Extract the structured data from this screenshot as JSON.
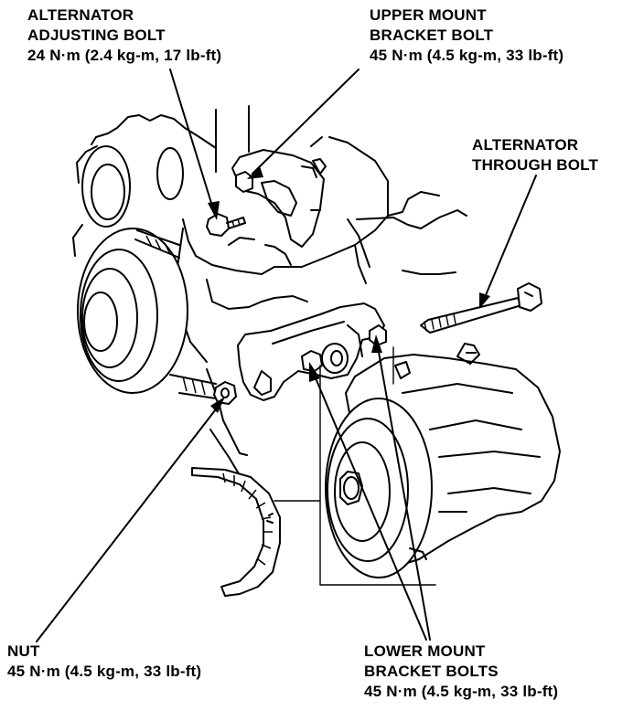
{
  "callouts": {
    "adjusting_bolt": {
      "name_line1": "ALTERNATOR",
      "name_line2": "ADJUSTING BOLT",
      "torque": "24 N·m (2.4 kg-m, 17 lb-ft)"
    },
    "upper_mount_bolt": {
      "name_line1": "UPPER MOUNT",
      "name_line2": "BRACKET BOLT",
      "torque": "45 N·m (4.5 kg-m, 33 lb-ft)"
    },
    "through_bolt": {
      "name_line1": "ALTERNATOR",
      "name_line2": "THROUGH BOLT"
    },
    "nut": {
      "name_line1": "NUT",
      "torque": "45 N·m (4.5 kg-m, 33 lb-ft)"
    },
    "lower_mount_bolts": {
      "name_line1": "LOWER MOUNT",
      "name_line2": "BRACKET BOLTS",
      "torque": "45 N·m (4.5 kg-m, 33 lb-ft)"
    }
  },
  "colors": {
    "line": "#000000",
    "background": "#ffffff"
  }
}
